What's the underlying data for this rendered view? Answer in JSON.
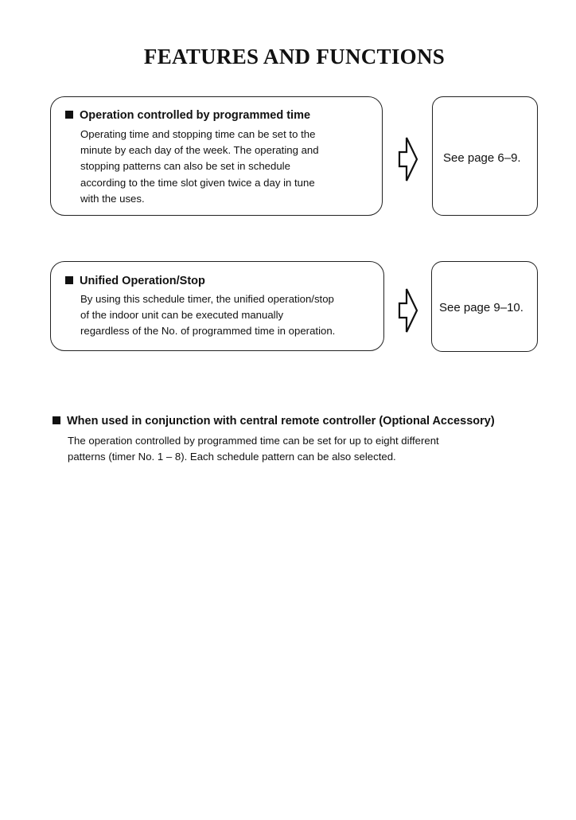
{
  "title": "FEATURES AND FUNCTIONS",
  "features": [
    {
      "heading": "Operation controlled by programmed time",
      "lines": [
        "Operating time and stopping time can be set to the",
        "minute by each day of the week.  The operating and",
        "stopping patterns can also be set in schedule",
        "according to the time slot given twice a day in tune",
        "with the uses."
      ],
      "page_ref": "See page 6–9."
    },
    {
      "heading": "Unified Operation/Stop",
      "lines": [
        "By using this schedule timer, the unified operation/stop",
        "of the indoor unit can be executed manually",
        "regardless of the No. of programmed time in operation."
      ],
      "page_ref": "See page 9–10."
    }
  ],
  "central_remote": {
    "heading": "When used in conjunction with central remote controller (Optional Accessory)",
    "lines": [
      "The operation controlled by programmed time can be set for up to eight different",
      "patterns (timer No. 1 – 8).  Each schedule pattern can be also selected."
    ]
  }
}
